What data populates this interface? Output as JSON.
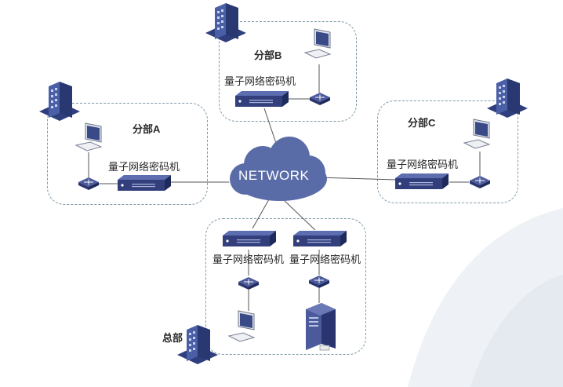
{
  "network": {
    "label": "NETWORK"
  },
  "device_label": "量子网络密码机",
  "branches": {
    "a": {
      "name": "分部A"
    },
    "b": {
      "name": "分部B"
    },
    "c": {
      "name": "分部C"
    },
    "hq": {
      "name": "总部"
    }
  },
  "colors": {
    "cloud": "#5a6ca8",
    "device": "#323f7c",
    "building": "#3d4f91",
    "zone_border": "#7f9aa8",
    "link": "#555555"
  }
}
